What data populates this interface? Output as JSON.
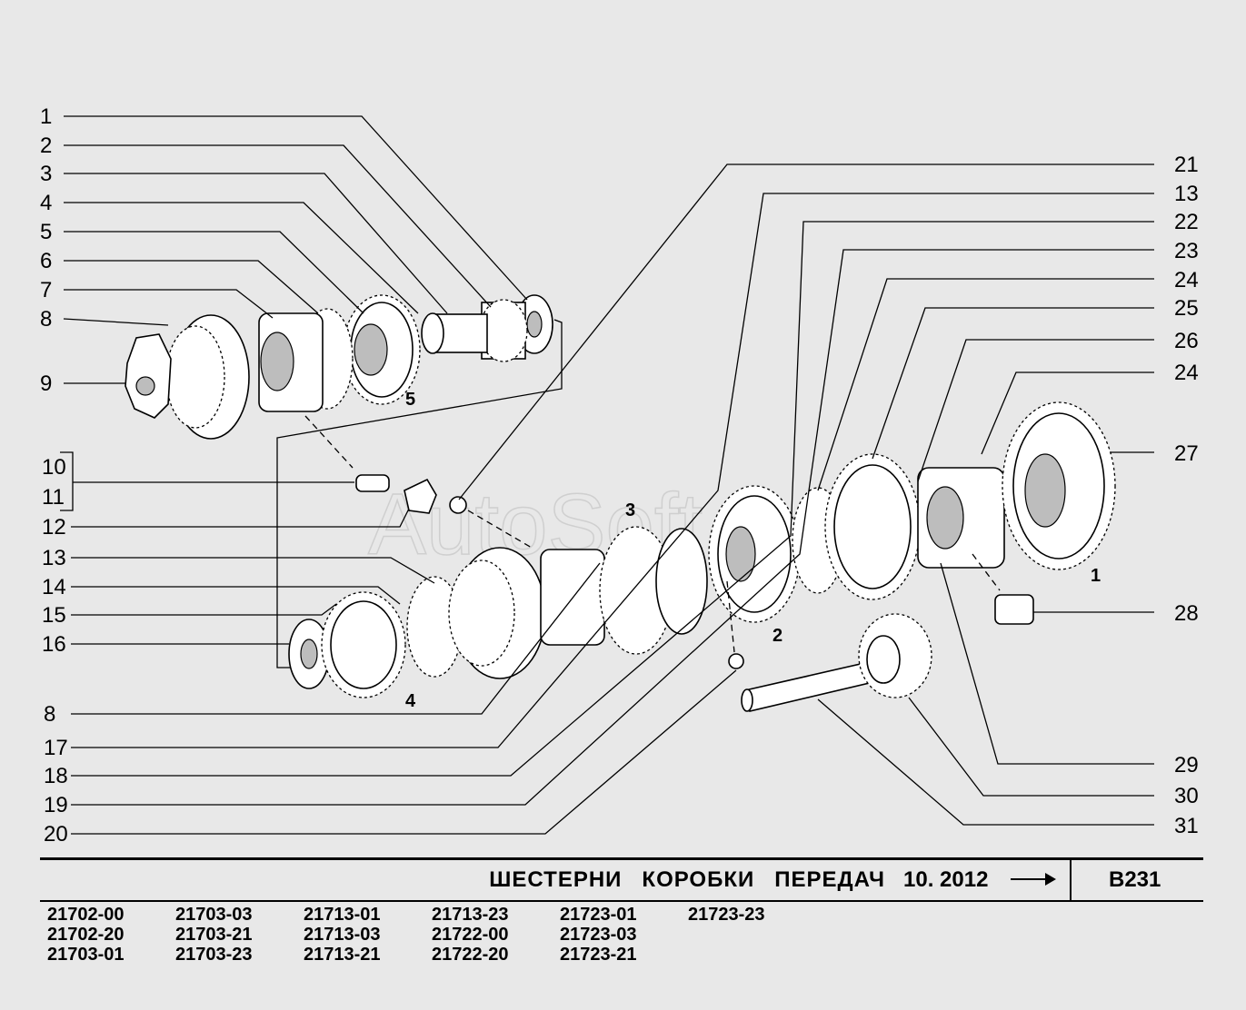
{
  "watermark": "AutoSoft",
  "callouts_left": [
    "1",
    "2",
    "3",
    "4",
    "5",
    "6",
    "7",
    "8",
    "9",
    "10",
    "11",
    "12",
    "13",
    "14",
    "15",
    "16",
    "8",
    "17",
    "18",
    "19",
    "20"
  ],
  "callouts_right": [
    "21",
    "13",
    "22",
    "23",
    "24",
    "25",
    "26",
    "24",
    "27",
    "28",
    "29",
    "30",
    "31"
  ],
  "gear_tags": [
    "5",
    "3",
    "4",
    "2",
    "1"
  ],
  "footer": {
    "title_words": [
      "ШЕСТЕРНИ",
      "КОРОБКИ",
      "ПЕРЕДАЧ"
    ],
    "date": "10. 2012",
    "code": "B231"
  },
  "models": [
    "21702-00",
    "21702-20",
    "21703-01",
    "21703-03",
    "21703-21",
    "21703-23",
    "21713-01",
    "21713-03",
    "21713-21",
    "21713-23",
    "21722-00",
    "21722-20",
    "21723-01",
    "21723-03",
    "21723-21",
    "21723-23"
  ]
}
